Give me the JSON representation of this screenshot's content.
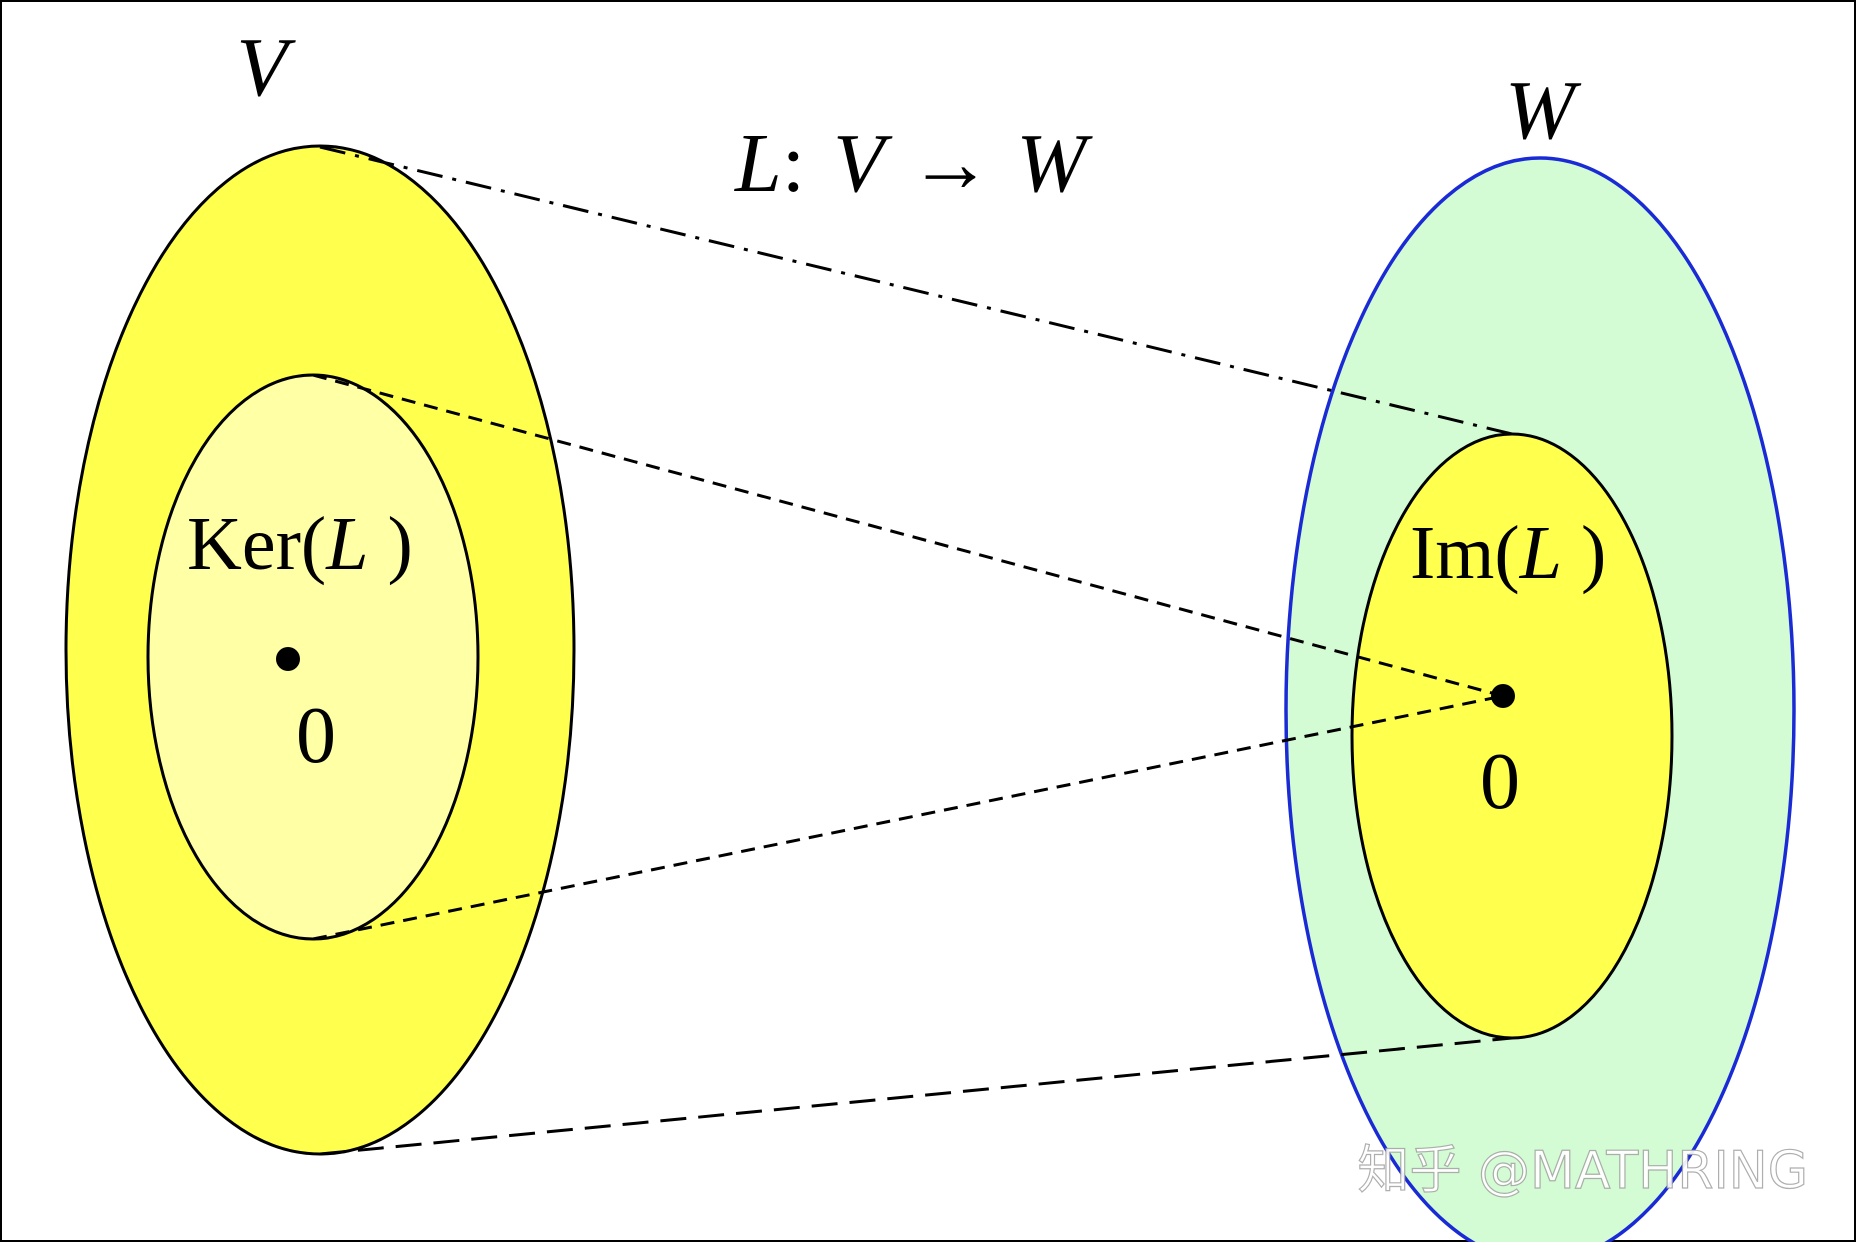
{
  "diagram": {
    "domain_label": "V",
    "codomain_label": "W",
    "map_label": {
      "name": "L",
      "separator": ":",
      "from": "V",
      "arrow": "→",
      "to": "W"
    },
    "kernel_label": {
      "prefix": "Ker(",
      "var": "L",
      "suffix": " )"
    },
    "image_label": {
      "prefix": "Im(",
      "var": "L",
      "suffix": " )"
    },
    "kernel_zero": "0",
    "image_zero": "0"
  },
  "watermark": "知乎 @MATHRING",
  "colors": {
    "domain_fill": "#ffff4d",
    "kernel_fill": "#ffffa6",
    "codomain_fill": "#d4fcd4",
    "codomain_stroke": "#1a2bd6",
    "image_fill": "#ffff4d",
    "outline": "#000000",
    "frame": "#000000",
    "watermark": "#ffffff"
  }
}
